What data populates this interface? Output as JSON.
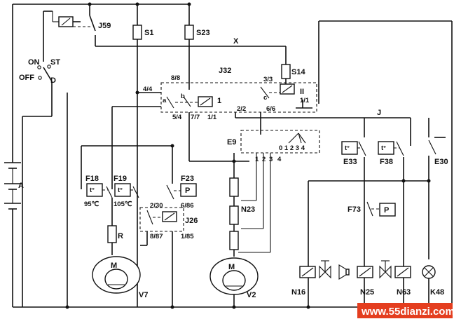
{
  "switch": {
    "on": "ON",
    "st": "ST",
    "off": "OFF",
    "d": "D"
  },
  "battery": "A",
  "relay_j59": "J59",
  "fuses": {
    "s1": "S1",
    "s23": "S23",
    "s14": "S14"
  },
  "wire_x": "X",
  "wire_j": "J",
  "relay_j32": {
    "name": "J32",
    "pins": [
      "4/4",
      "8/8",
      "3/3",
      "5/4",
      "7/7",
      "1/1",
      "2/2",
      "6/6",
      "1/1"
    ],
    "contacts": [
      "a",
      "b",
      "c"
    ],
    "coil_1": "1",
    "coil_2": "II"
  },
  "switch_e9": {
    "name": "E9",
    "positions": "0 1 2 3 4",
    "terminals": [
      "1",
      "2",
      "3",
      "4"
    ]
  },
  "thermo_switches": {
    "f18": {
      "name": "F18",
      "temp": "95℃",
      "symbol": "t°"
    },
    "f19": {
      "name": "F19",
      "temp": "105℃",
      "symbol": "t°"
    },
    "e33": {
      "name": "E33",
      "symbol": "t°"
    },
    "f38": {
      "name": "F38",
      "symbol": "t°"
    }
  },
  "pressure_switches": {
    "f23": {
      "name": "F23",
      "symbol": "P"
    },
    "f73": {
      "name": "F73",
      "symbol": "P"
    }
  },
  "relay_j26": {
    "name": "J26",
    "pins": [
      "2/30",
      "6/86",
      "8/87",
      "1/85"
    ]
  },
  "resistor_r": "R",
  "series_resistor": "N23",
  "motors": {
    "v7": "V7",
    "v2": "V2",
    "symbol": "M"
  },
  "switch_e30": "E30",
  "valves": {
    "n16": "N16",
    "n25": "N25",
    "n63": "N63"
  },
  "lamp": "K48",
  "watermark": "www.55dianzi.com"
}
